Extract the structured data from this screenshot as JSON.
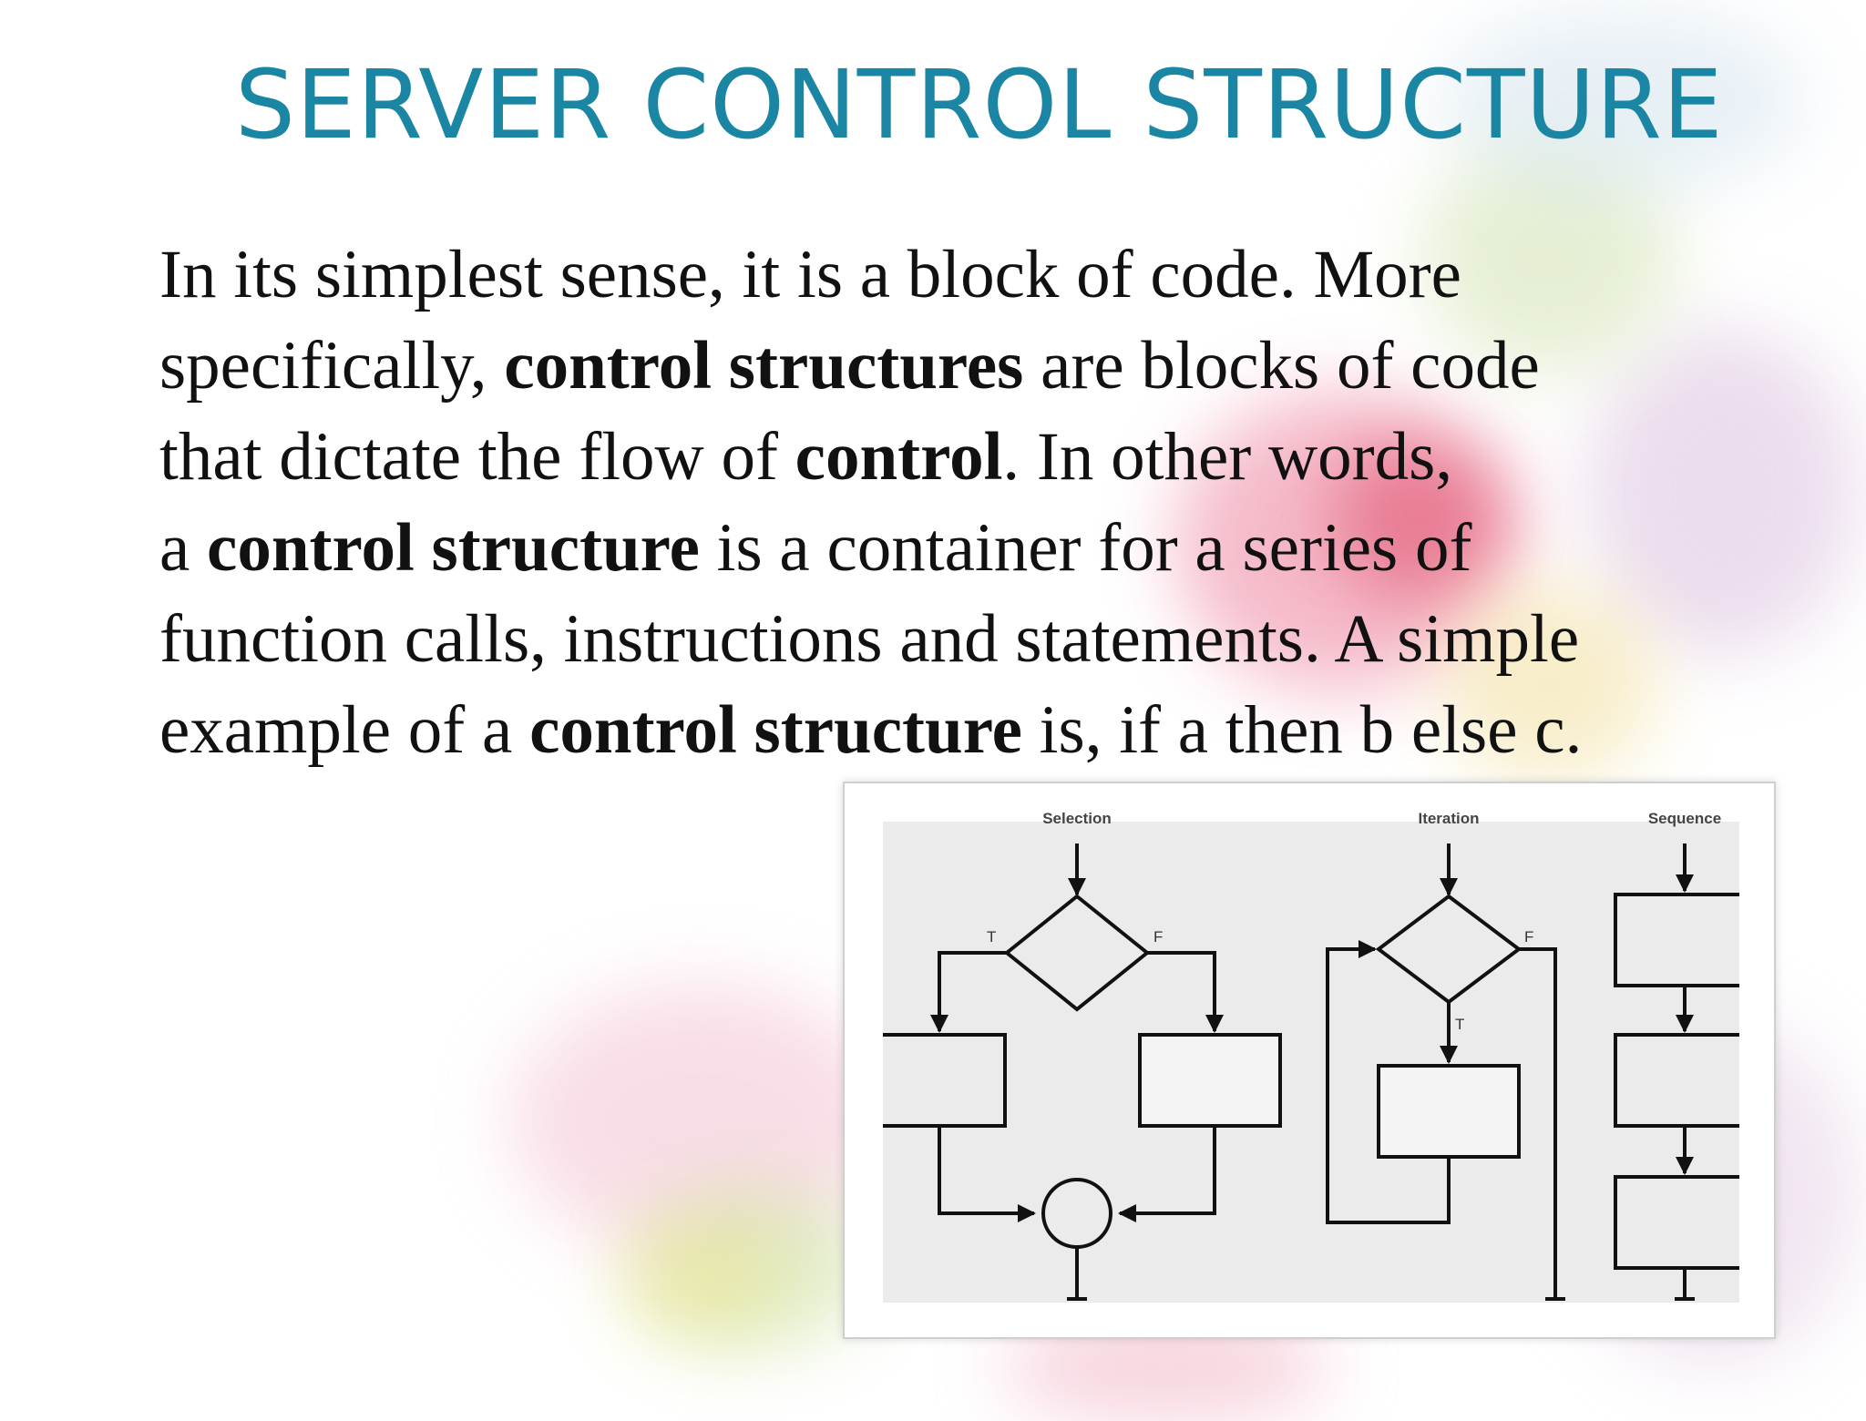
{
  "slide": {
    "title": "SERVER CONTROL STRUCTURE",
    "title_color": "#1b86a3",
    "body": {
      "line1": "In its simplest sense, it is a block of code. More",
      "line2_pre": "specifically, ",
      "line2_bold": "control structures",
      "line2_post": " are blocks of code",
      "line3_pre": "that dictate the flow of ",
      "line3_bold": "control",
      "line3_post": ". In other words,",
      "line4_pre": "a ",
      "line4_bold": "control structure",
      "line4_post": " is a container for a series of",
      "line5": "function calls, instructions and statements. A simple",
      "line6_pre": "example of a ",
      "line6_bold": "control structure",
      "line6_post": " is, if a then b else c."
    }
  },
  "diagram": {
    "selection_label": "Selection",
    "iteration_label": "Iteration",
    "sequence_label": "Sequence",
    "selection_true": "T",
    "selection_false": "F",
    "iteration_true": "T",
    "iteration_false": "F"
  }
}
